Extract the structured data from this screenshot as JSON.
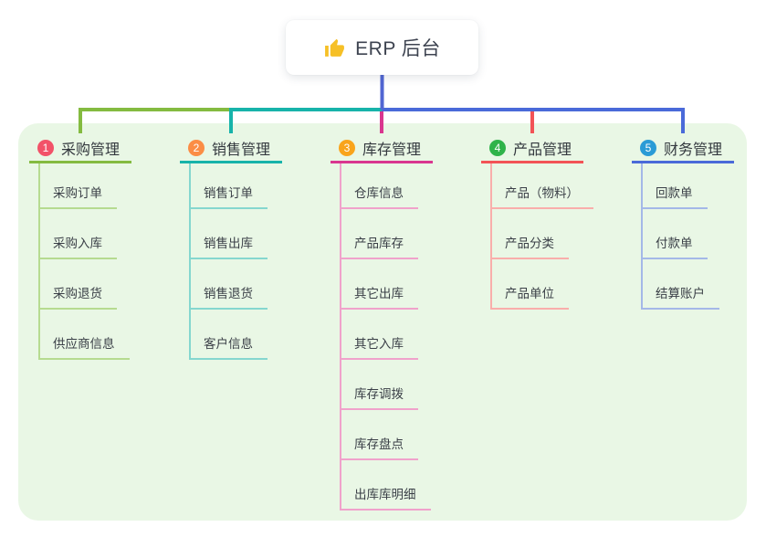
{
  "root": {
    "title": "ERP 后台",
    "icon": "thumbs-up"
  },
  "colors": {
    "root_connector": "#5166d2",
    "panel_bg": "#e9f7e5",
    "card_bg": "#ffffff",
    "root_text": "#3d4350",
    "thumb_icon": "#f6c026"
  },
  "branches": [
    {
      "badge": "1",
      "badge_color": "#f25268",
      "color": "#84bb40",
      "light_color": "#b6db90",
      "label": "采购管理",
      "items": [
        "采购订单",
        "采购入库",
        "采购退货",
        "供应商信息"
      ]
    },
    {
      "badge": "2",
      "badge_color": "#fb8d45",
      "color": "#17b3aa",
      "light_color": "#85d7cf",
      "label": "销售管理",
      "items": [
        "销售订单",
        "销售出库",
        "销售退货",
        "客户信息"
      ]
    },
    {
      "badge": "3",
      "badge_color": "#f9a41b",
      "color": "#d9368f",
      "light_color": "#f0a2cb",
      "label": "库存管理",
      "items": [
        "仓库信息",
        "产品库存",
        "其它出库",
        "其它入库",
        "库存调拨",
        "库存盘点",
        "出库库明细"
      ]
    },
    {
      "badge": "4",
      "badge_color": "#2fb34a",
      "color": "#f25356",
      "light_color": "#f9aeab",
      "label": "产品管理",
      "items": [
        "产品（物料）",
        "产品分类",
        "产品单位"
      ]
    },
    {
      "badge": "5",
      "badge_color": "#2a9bd6",
      "color": "#4a6ad9",
      "light_color": "#a4b8e8",
      "label": "财务管理",
      "items": [
        "回款单",
        "付款单",
        "结算账户"
      ]
    }
  ]
}
